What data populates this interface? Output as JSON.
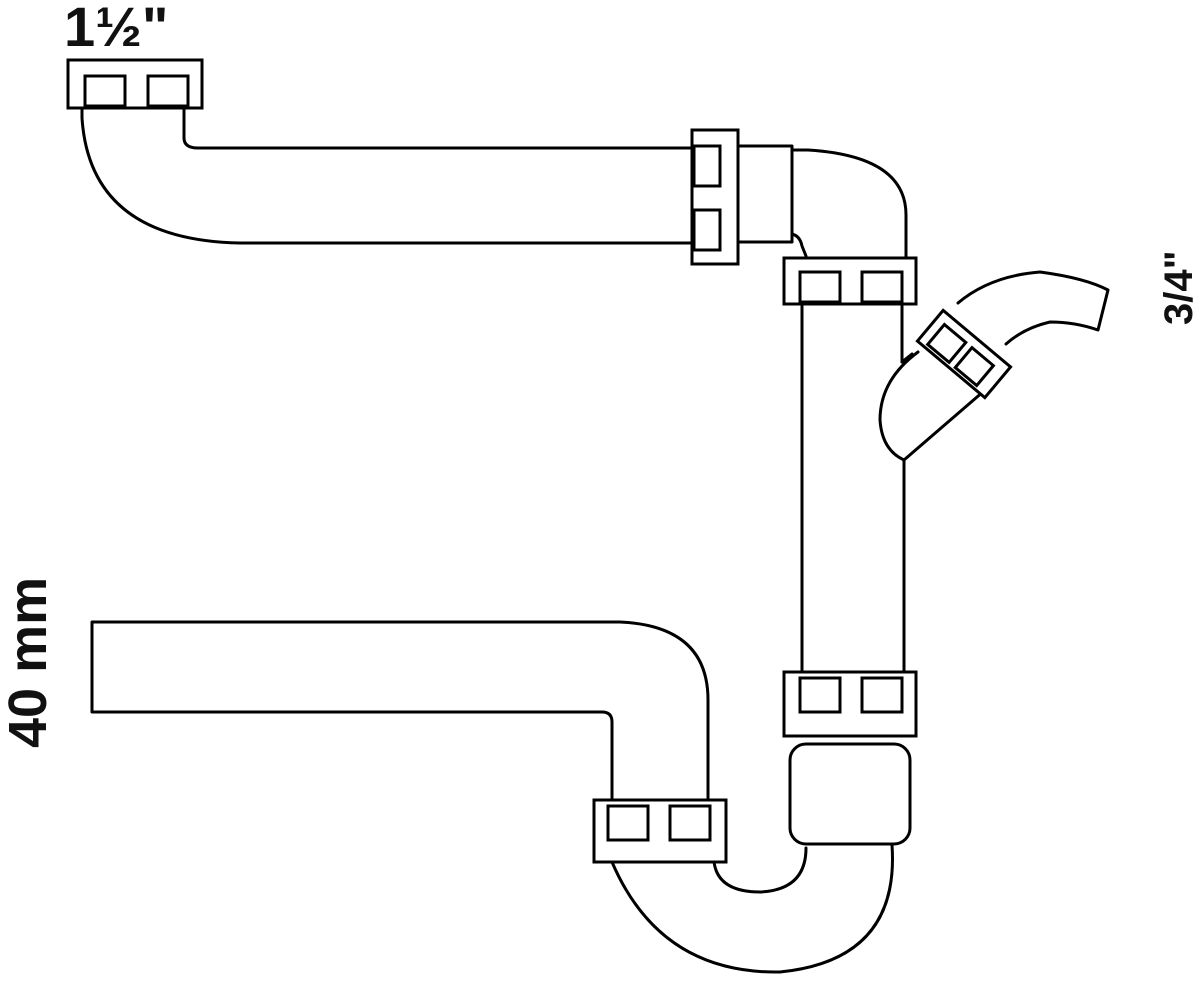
{
  "labels": {
    "inlet_size": "1½\"",
    "hose_size": "3/4\"",
    "outlet_size": "40 mm"
  },
  "colors": {
    "line": "#000000",
    "text": "#111111",
    "background": "#ffffff"
  }
}
